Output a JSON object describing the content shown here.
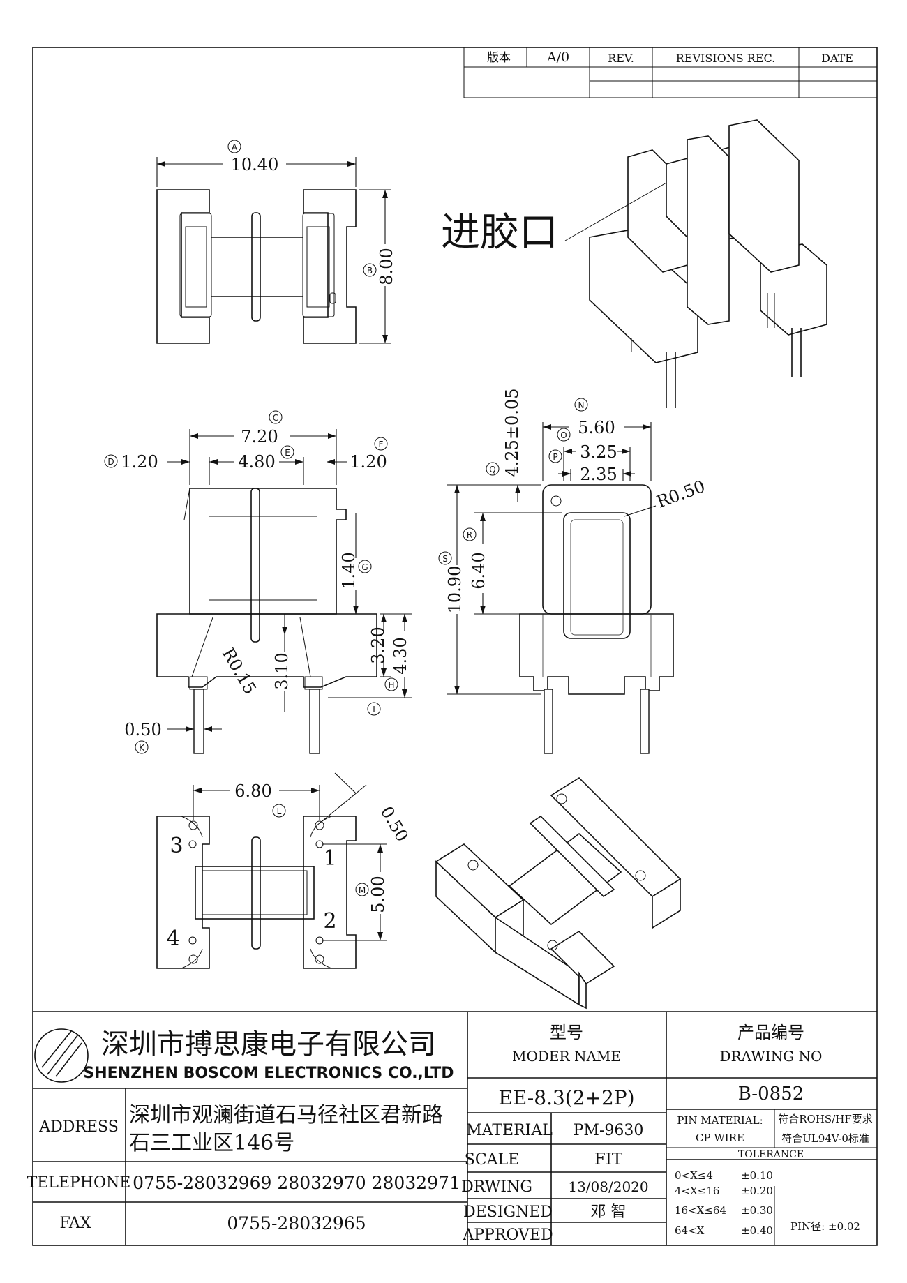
{
  "revision_block": {
    "version_label": "版本",
    "version_value": "A/0",
    "rev_label": "REV.",
    "revisions_label": "REVISIONS REC.",
    "date_label": "DATE"
  },
  "callout": {
    "gate_label": "进胶口"
  },
  "dimensions": {
    "A": "10.40",
    "B": "8.00",
    "C": "7.20",
    "D": "1.20",
    "E": "4.80",
    "F": "1.20",
    "G": "1.40",
    "R015": "R0.15",
    "d310": "3.10",
    "d320": "3.20",
    "d430": "4.30",
    "K": "0.50",
    "N": "5.60",
    "O": "3.25",
    "P": "2.35",
    "Q": "4.25±0.05",
    "R": "6.40",
    "S": "10.90",
    "R050": "R0.50",
    "L": "6.80",
    "d050b": "0.50",
    "M": "5.00"
  },
  "dimension_markers": [
    "A",
    "B",
    "C",
    "D",
    "E",
    "F",
    "G",
    "H",
    "I",
    "K",
    "N",
    "O",
    "P",
    "Q",
    "R",
    "S",
    "L",
    "M"
  ],
  "pin_numbers": [
    "1",
    "2",
    "3",
    "4"
  ],
  "company": {
    "name_cn": "深圳市搏思康电子有限公司",
    "name_en": "SHENZHEN BOSCOM ELECTRONICS CO.,LTD"
  },
  "title_block": {
    "model_label_cn": "型号",
    "model_label_en": "MODER NAME",
    "model_value": "EE-8.3(2+2P)",
    "drawing_label_cn": "产品编号",
    "drawing_label_en": "DRAWING NO",
    "drawing_value": "B-0852",
    "address_label": "ADDRESS",
    "address_line1": "深圳市观澜街道石马径社区君新路",
    "address_line2": "石三工业区146号",
    "telephone_label": "TELEPHONE",
    "telephone_value": "0755-28032969 28032970 28032971",
    "fax_label": "FAX",
    "fax_value": "0755-28032965",
    "material_label": "MATERIAL",
    "material_value": "PM-9630",
    "scale_label": "SCALE",
    "scale_value": "FIT",
    "drawing_date_label": "DRWING",
    "drawing_date_value": "13/08/2020",
    "designed_label": "DESIGNED",
    "designed_value": "邓 智",
    "approved_label": "APPROVED",
    "approved_value": "",
    "pin_material_label": "PIN MATERIAL:",
    "pin_material_value": "CP WIRE",
    "compliance_1": "符合ROHS/HF要求",
    "compliance_2": "符合UL94V-0标准",
    "tolerance_label": "TOLERANCE",
    "tolerances": [
      {
        "range": "0<X≤4",
        "value": "±0.10"
      },
      {
        "range": "4<X≤16",
        "value": "±0.20"
      },
      {
        "range": "16<X≤64",
        "value": "±0.30"
      },
      {
        "range": "64<X",
        "value": "±0.40"
      }
    ],
    "pin_tolerance": "PIN径: ±0.02"
  }
}
